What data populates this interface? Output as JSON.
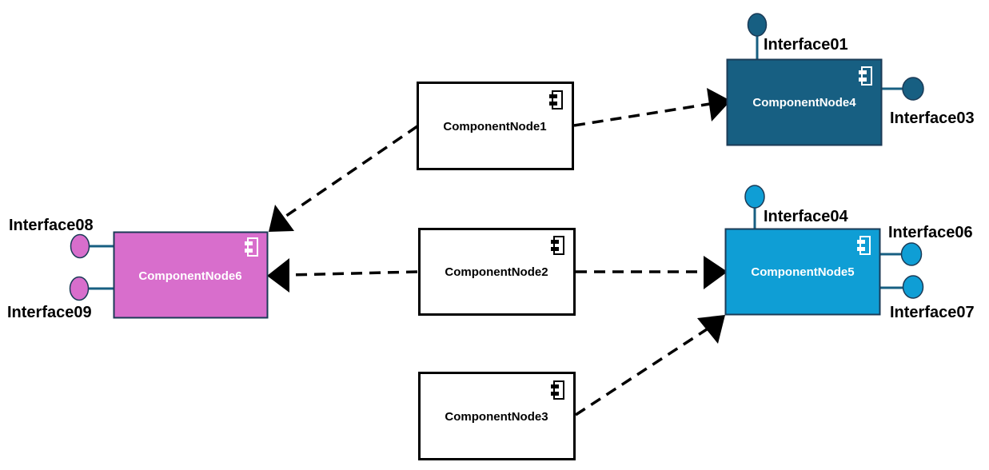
{
  "colors": {
    "plain_fill": "#ffffff",
    "plain_border": "#000000",
    "node4_fill": "#175f82",
    "node5_fill": "#0f9ed5",
    "node6_fill": "#d86ecc",
    "border_dark": "#1b3b57",
    "interface_node4": "#175f82",
    "interface_node5": "#0f9ed5",
    "interface_node6": "#d86ecc",
    "arrow": "#000000"
  },
  "nodes": {
    "n1": {
      "label": "ComponentNode1"
    },
    "n2": {
      "label": "ComponentNode2"
    },
    "n3": {
      "label": "ComponentNode3"
    },
    "n4": {
      "label": "ComponentNode4"
    },
    "n5": {
      "label": "ComponentNode5"
    },
    "n6": {
      "label": "ComponentNode6"
    }
  },
  "interfaces": {
    "i01": {
      "label": "Interface01",
      "owner": "ComponentNode4"
    },
    "i03": {
      "label": "Interface03",
      "owner": "ComponentNode4"
    },
    "i04": {
      "label": "Interface04",
      "owner": "ComponentNode5"
    },
    "i06": {
      "label": "Interface06",
      "owner": "ComponentNode5"
    },
    "i07": {
      "label": "Interface07",
      "owner": "ComponentNode5"
    },
    "i08": {
      "label": "Interface08",
      "owner": "ComponentNode6"
    },
    "i09": {
      "label": "Interface09",
      "owner": "ComponentNode6"
    }
  },
  "dependencies": [
    {
      "from": "ComponentNode1",
      "to": "ComponentNode4",
      "style": "dashed"
    },
    {
      "from": "ComponentNode1",
      "to": "ComponentNode6",
      "style": "dashed"
    },
    {
      "from": "ComponentNode2",
      "to": "ComponentNode6",
      "style": "dashed"
    },
    {
      "from": "ComponentNode2",
      "to": "ComponentNode5",
      "style": "dashed"
    },
    {
      "from": "ComponentNode3",
      "to": "ComponentNode5",
      "style": "dashed"
    }
  ],
  "icon": "component-icon"
}
